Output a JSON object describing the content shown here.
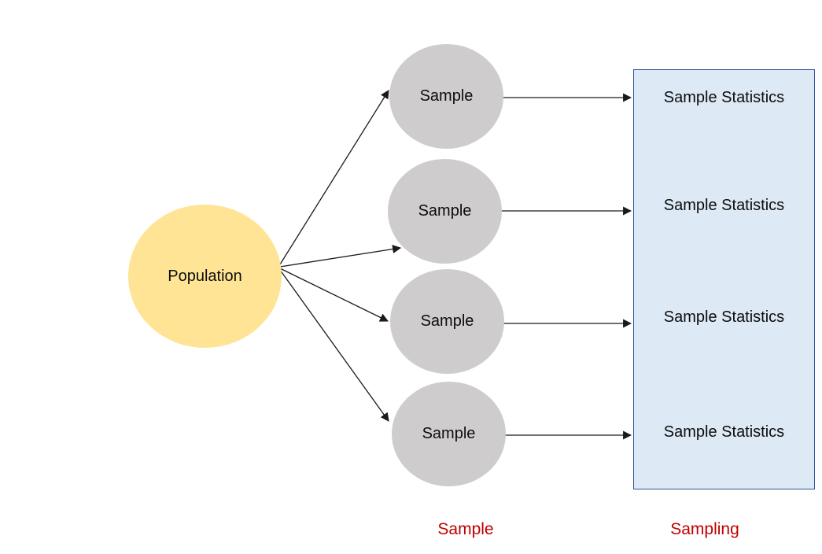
{
  "diagram": {
    "population": {
      "label": "Population"
    },
    "samples": [
      {
        "label": "Sample"
      },
      {
        "label": "Sample"
      },
      {
        "label": "Sample"
      },
      {
        "label": "Sample"
      }
    ],
    "statistics": [
      {
        "label": "Sample Statistics"
      },
      {
        "label": "Sample Statistics"
      },
      {
        "label": "Sample Statistics"
      },
      {
        "label": "Sample Statistics"
      }
    ],
    "captions": {
      "sample": "Sample",
      "sampling": "Sampling"
    },
    "colors": {
      "population_fill": "#FFE496",
      "sample_fill": "#CECCCC",
      "stats_fill": "#DDE9F5",
      "stats_border": "#2F5597",
      "caption_text": "#C00000",
      "arrow": "#1a1a1a"
    }
  }
}
